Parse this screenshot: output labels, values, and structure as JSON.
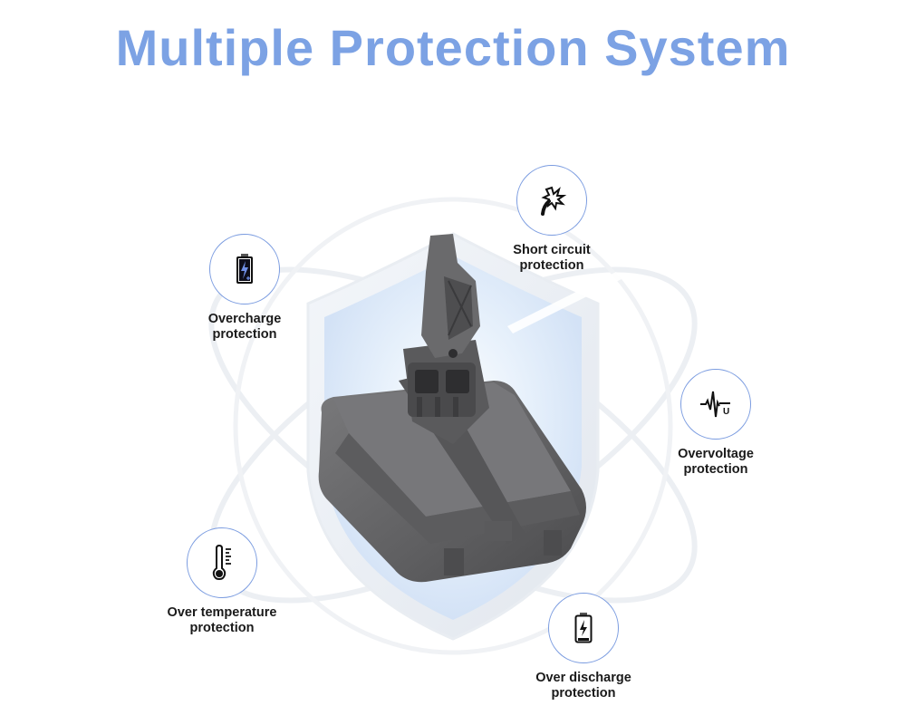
{
  "title": "Multiple Protection System",
  "colors": {
    "title": "#7ca2e4",
    "circle_border": "#7b9ce0",
    "icon_accent": "#6f8fe6",
    "battery_body": "#6b6b6d",
    "label_text": "#1a1a1a"
  },
  "features": [
    {
      "id": "short-circuit",
      "icon": "spark-icon",
      "line1": "Short circuit",
      "line2": "protection"
    },
    {
      "id": "overcharge",
      "icon": "battery-charging-icon",
      "line1": "Overcharge",
      "line2": "protection"
    },
    {
      "id": "overvoltage",
      "icon": "voltage-wave-icon",
      "line1": "Overvoltage",
      "line2": "protection"
    },
    {
      "id": "over-temperature",
      "icon": "thermometer-icon",
      "line1": "Over temperature",
      "line2": "protection"
    },
    {
      "id": "over-discharge",
      "icon": "battery-low-icon",
      "line1": "Over discharge",
      "line2": "protection"
    }
  ],
  "product": {
    "image": "battery-pack-image"
  }
}
